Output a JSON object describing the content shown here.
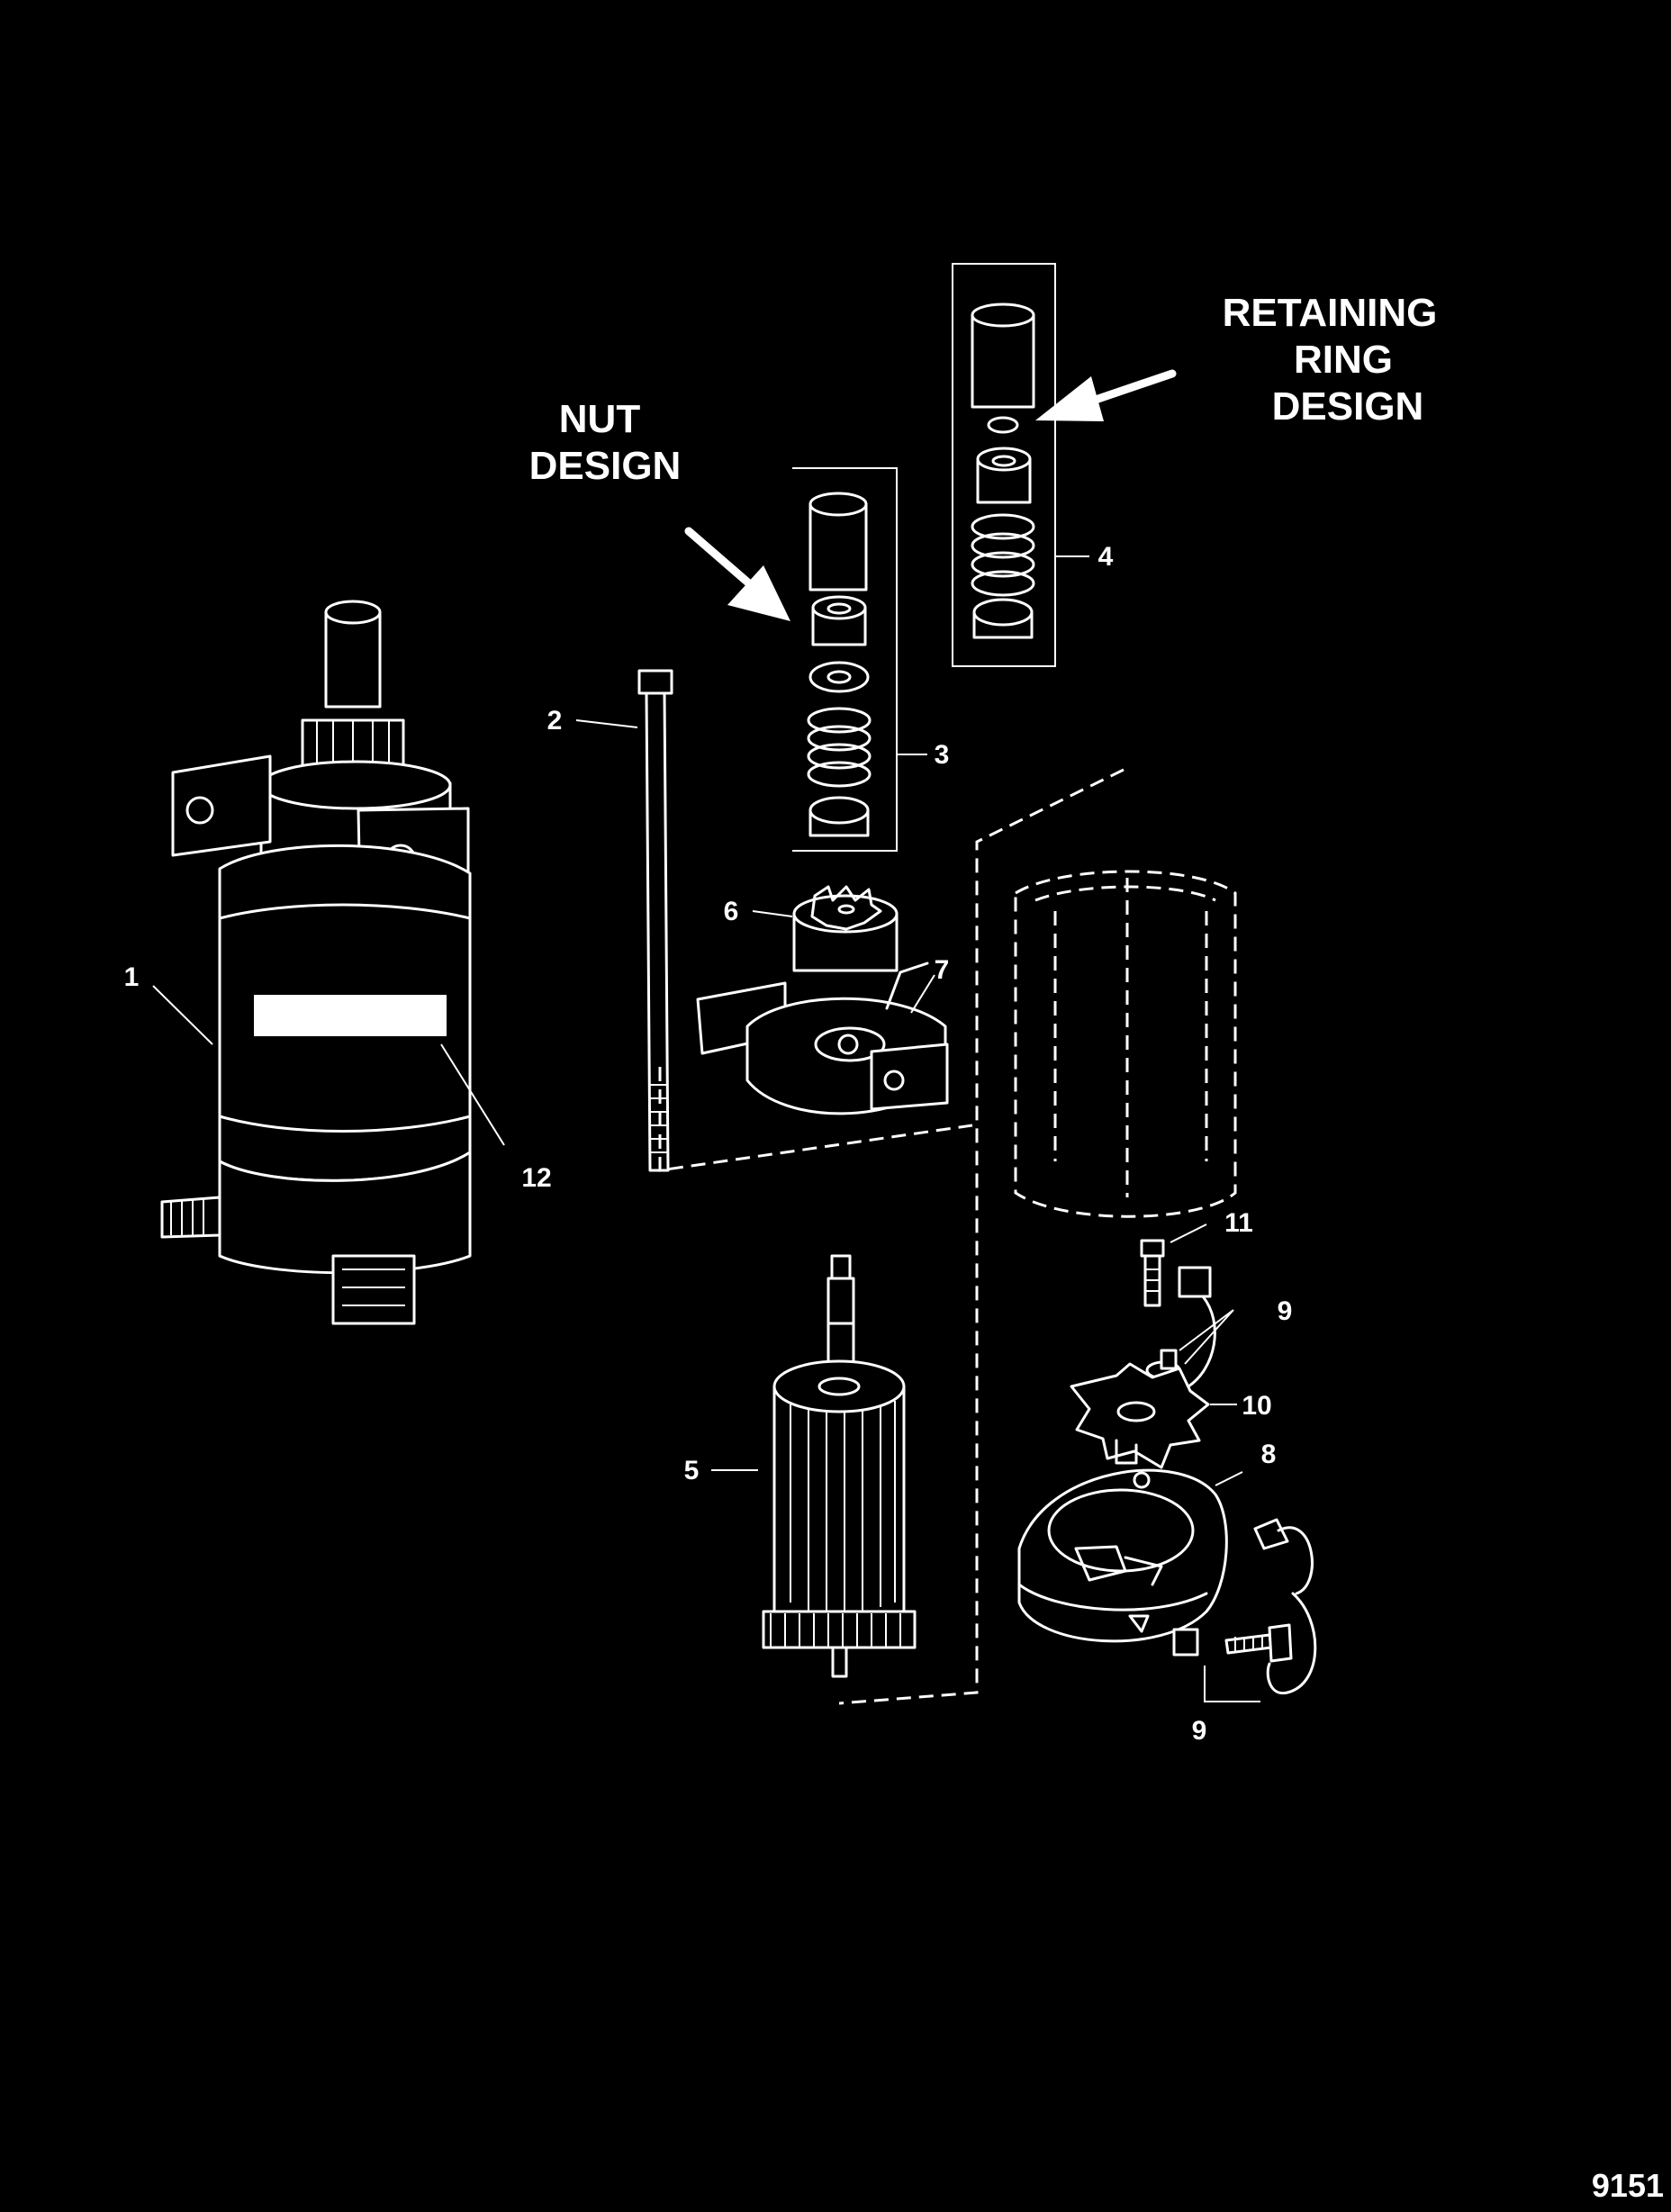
{
  "callouts": {
    "nut_design": [
      "NUT",
      "DESIGN"
    ],
    "retaining_ring_design": [
      "RETAINING",
      "RING",
      "DESIGN"
    ]
  },
  "part_numbers": {
    "p1": "1",
    "p2": "2",
    "p3": "3",
    "p4": "4",
    "p5": "5",
    "p6": "6",
    "p7": "7",
    "p8": "8",
    "p9a": "9",
    "p9b": "9",
    "p10": "10",
    "p11": "11",
    "p12": "12"
  },
  "figure_id": "9151"
}
